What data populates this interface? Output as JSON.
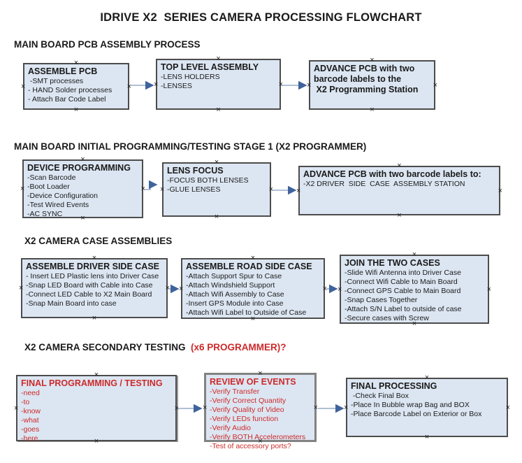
{
  "title": "IDRIVE X2  SERIES CAMERA PROCESSING FLOWCHART",
  "colors": {
    "box_fill": "#dce6f2",
    "box_border": "#4c4c4c",
    "review_border": "#828282",
    "arrow_line": "#95abc9",
    "arrow_head": "#3f639c",
    "red": "#cc2a2a",
    "text": "#1a1a1a"
  },
  "decorations": {
    "handle_glyph": "×"
  },
  "sections": [
    {
      "heading": "MAIN BOARD PCB ASSEMBLY PROCESS",
      "boxes": [
        {
          "title": "ASSEMBLE PCB",
          "items": [
            " -SMT processes",
            "- HAND Solder processes",
            "- Attach Bar Code Label"
          ]
        },
        {
          "title": "TOP LEVEL ASSEMBLY",
          "items": [
            "-LENS HOLDERS",
            "-LENSES"
          ]
        },
        {
          "title": "ADVANCE PCB with two\nbarcode labels to the\n X2 Programming Station",
          "items": []
        }
      ]
    },
    {
      "heading": "MAIN BOARD INITIAL PROGRAMMING/TESTING STAGE 1 (X2 PROGRAMMER)",
      "boxes": [
        {
          "title": "DEVICE PROGRAMMING",
          "items": [
            "-Scan Barcode",
            "-Boot Loader",
            "-Device Configuration",
            "-Test Wired Events",
            "-AC SYNC"
          ]
        },
        {
          "title": "LENS FOCUS",
          "items": [
            "-FOCUS BOTH LENSES",
            "-GLUE LENSES"
          ]
        },
        {
          "title": "ADVANCE PCB with two barcode labels to:",
          "items": [
            "-X2 DRIVER  SIDE  CASE  ASSEMBLY STATION"
          ]
        }
      ]
    },
    {
      "heading": "X2 CAMERA CASE ASSEMBLIES",
      "boxes": [
        {
          "title": "ASSEMBLE DRIVER SIDE CASE",
          "items": [
            "- Insert LED Plastic lens into Driver Case",
            "-Snap LED Board with Cable into Case",
            "-Connect LED Cable to X2 Main Board",
            "-Snap Main Board into case"
          ]
        },
        {
          "title": "ASSEMBLE ROAD SIDE CASE",
          "items": [
            "-Attach Support Spur to Case",
            "-Attach Windshield Support",
            "-Attach Wifi Assembly to Case",
            "-Insert GPS Module into Case",
            "-Attach Wifi Label to Outside of Case"
          ]
        },
        {
          "title": "JOIN THE TWO CASES",
          "items": [
            "-Slide Wifi Antenna into Driver Case",
            "-Connect Wifi Cable to Main Board",
            "-Connect GPS Cable to Main Board",
            "-Snap Cases Together",
            "-Attach S/N Label to outside of case",
            "-Secure cases with Screw"
          ]
        }
      ]
    },
    {
      "heading": "X2 CAMERA SECONDARY TESTING ",
      "heading_red": " (x6 PROGRAMMER)?",
      "boxes": [
        {
          "title": "FINAL PROGRAMMING / TESTING",
          "items": [
            "-need",
            "-to",
            "-know",
            "-what",
            "-goes",
            "-here"
          ]
        },
        {
          "title": "REVIEW OF EVENTS",
          "items": [
            "-Verify Transfer",
            "-Verify Correct Quantity",
            "-Verify Quality of Video",
            "-Verify LEDs function",
            "-Verify Audio",
            "-Verify BOTH Accelerometers",
            "-Test of accessory ports?"
          ]
        },
        {
          "title": "FINAL PROCESSING",
          "items": [
            " -Check Final Box",
            "-Place In Bubble wrap Bag and BOX",
            "-Place Barcode Label on Exterior or Box"
          ]
        }
      ]
    }
  ]
}
